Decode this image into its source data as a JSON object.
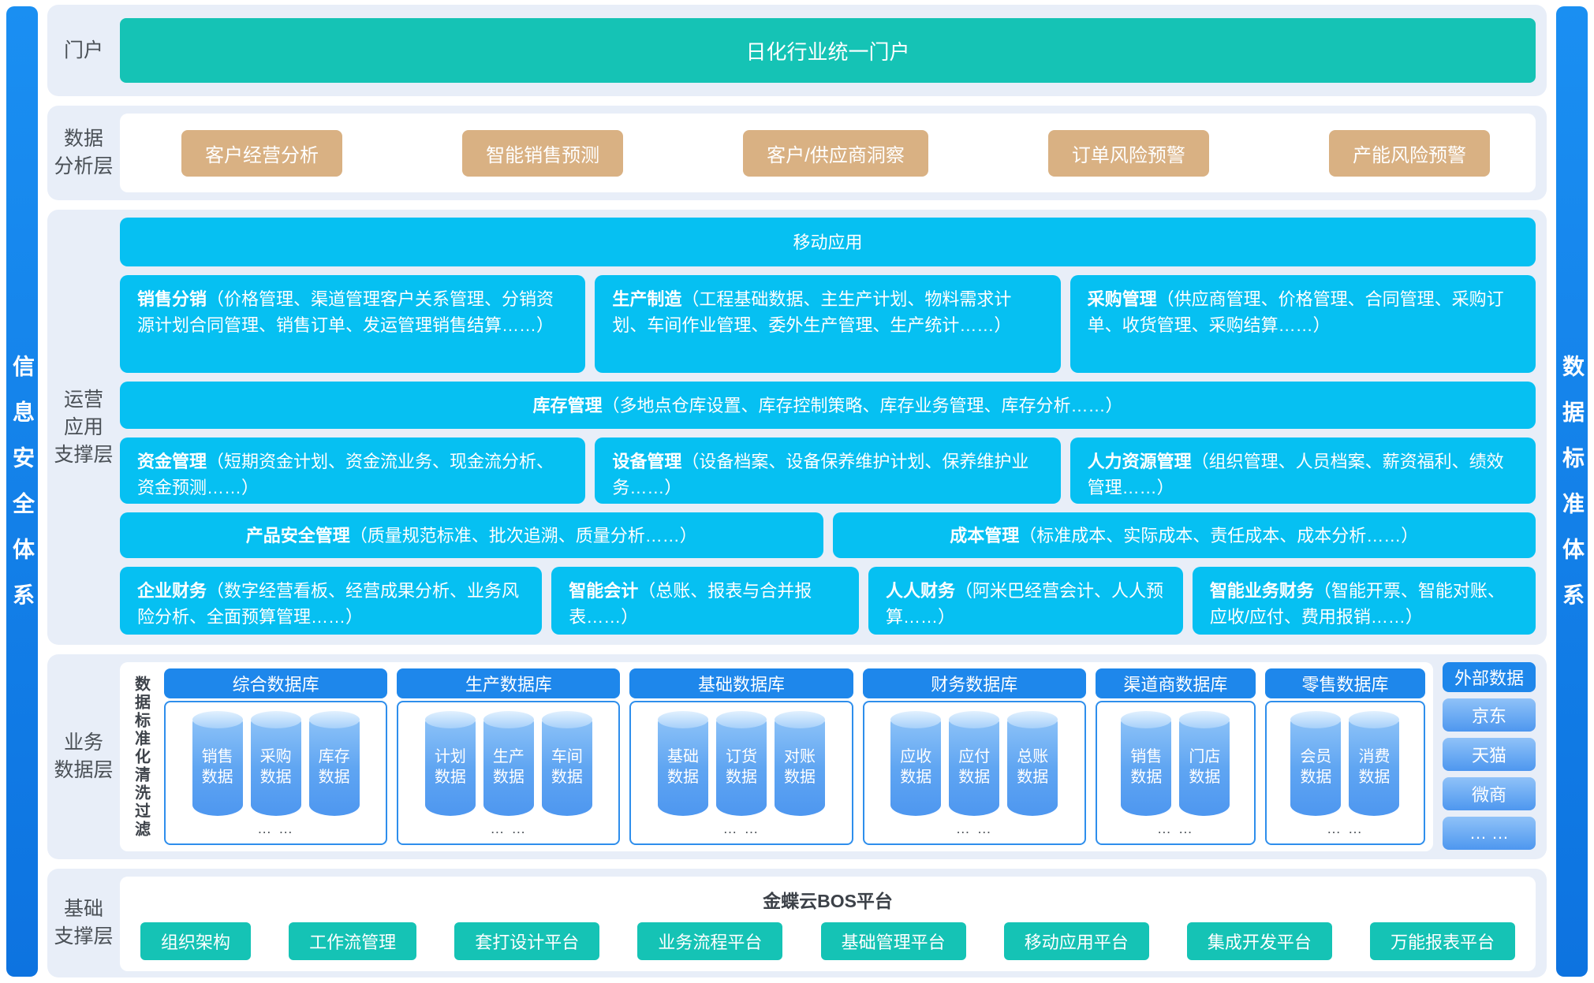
{
  "sidebars": {
    "left": "信息安全体系",
    "right": "数据标准体系"
  },
  "portal": {
    "label": "门户",
    "bar": "日化行业统一门户"
  },
  "analysis": {
    "label": [
      "数据",
      "分析层"
    ],
    "items": [
      "客户经营分析",
      "智能销售预测",
      "客户/供应商洞察",
      "订单风险预警",
      "产能风险预警"
    ]
  },
  "operations": {
    "label": [
      "运营",
      "应用",
      "支撑层"
    ],
    "mobile": "移动应用",
    "row1": [
      {
        "name": "销售分销",
        "desc": "（价格管理、渠道管理客户关系管理、分销资源计划合同管理、销售订单、发运管理销售结算……）"
      },
      {
        "name": "生产制造",
        "desc": "（工程基础数据、主生产计划、物料需求计划、车间作业管理、委外生产管理、生产统计……）"
      },
      {
        "name": "采购管理",
        "desc": "（供应商管理、价格管理、合同管理、采购订单、收货管理、采购结算……）"
      }
    ],
    "inventory": {
      "name": "库存管理",
      "desc": "（多地点仓库设置、库存控制策略、库存业务管理、库存分析……）"
    },
    "row3": [
      {
        "name": "资金管理",
        "desc": "（短期资金计划、资金流业务、现金流分析、资金预测……）"
      },
      {
        "name": "设备管理",
        "desc": "（设备档案、设备保养维护计划、保养维护业务……）"
      },
      {
        "name": "人力资源管理",
        "desc": "（组织管理、人员档案、薪资福利、绩效管理……）"
      }
    ],
    "row4": [
      {
        "name": "产品安全管理",
        "desc": "（质量规范标准、批次追溯、质量分析……）"
      },
      {
        "name": "成本管理",
        "desc": "（标准成本、实际成本、责任成本、成本分析……）"
      }
    ],
    "row5": [
      {
        "name": "企业财务",
        "desc": "（数字经营看板、经营成果分析、业务风险分析、全面预算管理……）"
      },
      {
        "name": "智能会计",
        "desc": "（总账、报表与合并报表……）"
      },
      {
        "name": "人人财务",
        "desc": "（阿米巴经营会计、人人预算……）"
      },
      {
        "name": "智能业务财务",
        "desc": "（智能开票、智能对账、应收/应付、费用报销……）"
      }
    ]
  },
  "data_layer": {
    "label": [
      "业务",
      "数据层"
    ],
    "strip": "数据标准化清洗过滤",
    "groups": [
      {
        "title": "综合数据库",
        "cylinders": [
          [
            "销售",
            "数据"
          ],
          [
            "采购",
            "数据"
          ],
          [
            "库存",
            "数据"
          ]
        ],
        "more": "… …"
      },
      {
        "title": "生产数据库",
        "cylinders": [
          [
            "计划",
            "数据"
          ],
          [
            "生产",
            "数据"
          ],
          [
            "车间",
            "数据"
          ]
        ],
        "more": "… …"
      },
      {
        "title": "基础数据库",
        "cylinders": [
          [
            "基础",
            "数据"
          ],
          [
            "订货",
            "数据"
          ],
          [
            "对账",
            "数据"
          ]
        ],
        "more": "… …"
      },
      {
        "title": "财务数据库",
        "cylinders": [
          [
            "应收",
            "数据"
          ],
          [
            "应付",
            "数据"
          ],
          [
            "总账",
            "数据"
          ]
        ],
        "more": "… …"
      },
      {
        "title": "渠道商数据库",
        "cylinders": [
          [
            "销售",
            "数据"
          ],
          [
            "门店",
            "数据"
          ]
        ],
        "more": "… …"
      },
      {
        "title": "零售数据库",
        "cylinders": [
          [
            "会员",
            "数据"
          ],
          [
            "消费",
            "数据"
          ]
        ],
        "more": "… …"
      }
    ],
    "external": {
      "title": "外部数据",
      "items": [
        "京东",
        "天猫",
        "微商",
        "… …"
      ]
    }
  },
  "base": {
    "label": [
      "基础",
      "支撑层"
    ],
    "platform": "金蝶云BOS平台",
    "items": [
      "组织架构",
      "工作流管理",
      "套打设计平台",
      "业务流程平台",
      "基础管理平台",
      "移动应用平台",
      "集成开发平台",
      "万能报表平台"
    ]
  },
  "colors": {
    "sidebar_blue": "#1181ec",
    "layer_bg": "#e8eef8",
    "teal": "#15c3b5",
    "tan": "#d9b183",
    "cyan": "#06c0f2",
    "db_blue": "#1e87eb"
  }
}
